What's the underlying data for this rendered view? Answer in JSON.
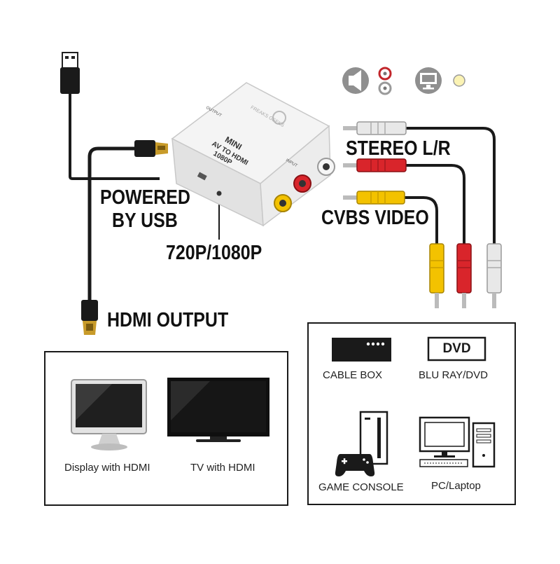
{
  "labels": {
    "stereo": "STEREO L/R",
    "cvbs": "CVBS VIDEO",
    "powered_line1": "POWERED",
    "powered_line2": "BY USB",
    "resolution": "720P/1080P",
    "hdmi_output": "HDMI OUTPUT"
  },
  "device": {
    "title": "MINI",
    "line2": "AV TO HDMI",
    "line3": "1080P",
    "brand": "FREAKS GEEKS",
    "port_output": "OUTPUT",
    "port_input": "INPUT"
  },
  "outputs_panel": {
    "items": [
      {
        "caption": "Display with HDMI",
        "icon": "monitor-icon"
      },
      {
        "caption": "TV with HDMI",
        "icon": "tv-icon"
      }
    ]
  },
  "sources_panel": {
    "items": [
      {
        "caption": "CABLE BOX",
        "icon": "cable-box-icon"
      },
      {
        "caption": "BLU RAY/DVD",
        "icon": "dvd-player-icon",
        "badge": "DVD"
      },
      {
        "caption": "GAME CONSOLE",
        "icon": "game-console-icon"
      },
      {
        "caption": "PC/Laptop",
        "icon": "pc-icon"
      }
    ]
  },
  "colors": {
    "rca_white": "#e8e8e8",
    "rca_red": "#d9252b",
    "rca_yellow": "#f3c200",
    "hdmi_gold": "#c89b2a",
    "cable": "#1a1a1a"
  }
}
